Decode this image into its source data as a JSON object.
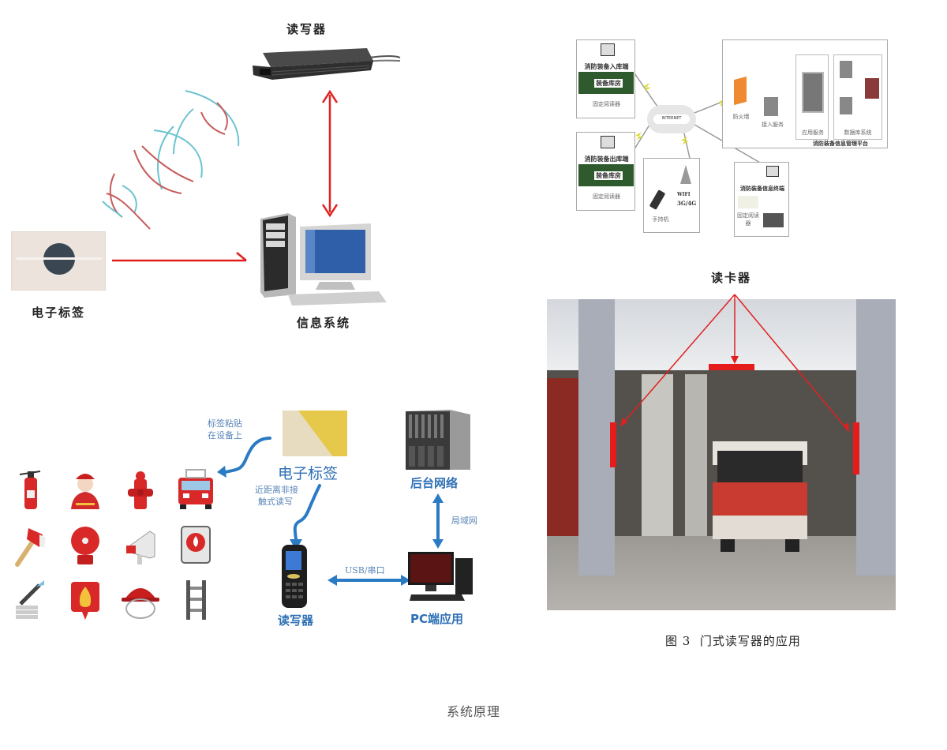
{
  "panel_rfid_principle": {
    "reader_label": "读写器",
    "tag_label": "电子标签",
    "system_label": "信息系统"
  },
  "panel_network": {
    "terminal_in": {
      "title": "消防装备入库端",
      "room": "装备库房",
      "reader": "固定阅读器"
    },
    "terminal_out": {
      "title": "消防装备出库端",
      "room": "装备库房",
      "reader": "固定阅读器"
    },
    "cloud_label": "INTERNET",
    "mobile": {
      "wireless": "WIFI",
      "cellular": "3G/4G",
      "device": "手持机"
    },
    "info_terminal": {
      "title": "消防装备信息终端",
      "reader": "固定阅读器"
    },
    "platform": {
      "title": "消防装备信息管理平台",
      "firewall": "防火墙",
      "access": "接入服务",
      "app": "应用服务",
      "db": "数据库系统"
    }
  },
  "panel_equipment": {
    "attach_note": [
      "标签粘贴",
      "在设备上"
    ],
    "tag_label": "电子标签",
    "read_note": [
      "近距离非接",
      "触式读写"
    ],
    "backend_label": "后台网络",
    "lan_label": "局域网",
    "usb_label": "USB/串口",
    "reader_label": "读写器",
    "pc_label": "PC端应用",
    "icons": [
      "fire-extinguisher",
      "firefighter",
      "fire-hydrant",
      "fire-truck",
      "fire-axe",
      "alarm-bell",
      "megaphone",
      "alarm-button",
      "fire-hose",
      "fire-sign",
      "fire-helmet",
      "ladder"
    ]
  },
  "panel_gate": {
    "reader_label": "读卡器",
    "figure_caption": "图 3  门式读写器的应用"
  },
  "page_caption": "系统原理"
}
